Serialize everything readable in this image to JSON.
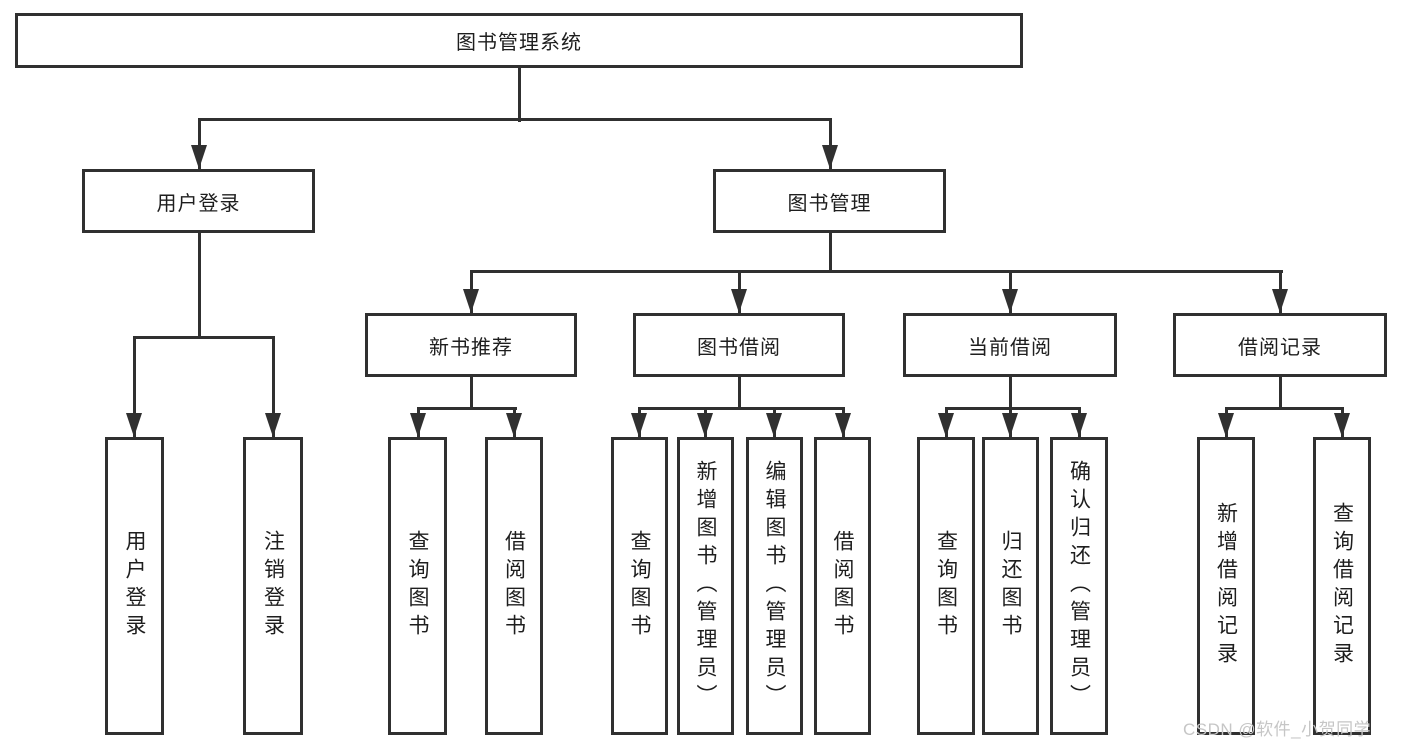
{
  "diagram": {
    "root_label": "图书管理系统",
    "level2": [
      {
        "label": "用户登录"
      },
      {
        "label": "图书管理"
      }
    ],
    "level3": [
      {
        "label": "新书推荐"
      },
      {
        "label": "图书借阅"
      },
      {
        "label": "当前借阅"
      },
      {
        "label": "借阅记录"
      }
    ],
    "leaves": {
      "user_login": [
        {
          "label": "用户登录"
        },
        {
          "label": "注销登录"
        }
      ],
      "new_book_recommend": [
        {
          "label": "查询图书"
        },
        {
          "label": "借阅图书"
        }
      ],
      "book_borrow": [
        {
          "label": "查询图书"
        },
        {
          "label": "新增图书（管理员）"
        },
        {
          "label": "编辑图书（管理员）"
        },
        {
          "label": "借阅图书"
        }
      ],
      "current_borrow": [
        {
          "label": "查询图书"
        },
        {
          "label": "归还图书"
        },
        {
          "label": "确认归还（管理员）"
        }
      ],
      "borrow_record": [
        {
          "label": "新增借阅记录"
        },
        {
          "label": "查询借阅记录"
        }
      ]
    },
    "watermark": "CSDN @软件_小贺同学",
    "colors": {
      "line": "#303030",
      "text": "#1e1e1e",
      "watermark": "#c6c6c6",
      "background": "#ffffff"
    }
  }
}
